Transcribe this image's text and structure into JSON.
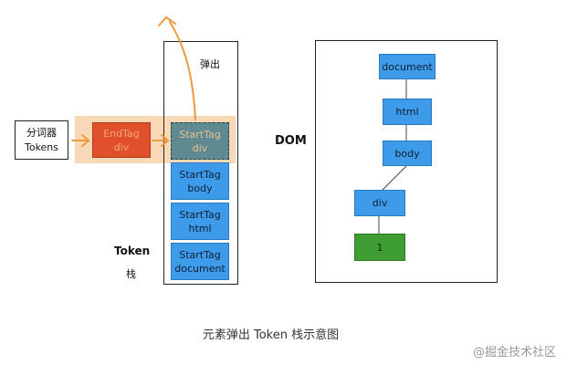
{
  "tokenizer": {
    "line1": "分词器",
    "line2": "Tokens"
  },
  "end_tag": {
    "line1": "EndTag",
    "line2": "div"
  },
  "stack": {
    "pop_label": "弹出",
    "items": [
      {
        "line1": "StartTag",
        "line2": "div"
      },
      {
        "line1": "StartTag",
        "line2": "body"
      },
      {
        "line1": "StartTag",
        "line2": "html"
      },
      {
        "line1": "StartTag",
        "line2": "document"
      }
    ],
    "label_top": "Token",
    "label_bottom": "栈"
  },
  "dom": {
    "label": "DOM",
    "nodes": [
      "document",
      "html",
      "body",
      "div",
      "1"
    ]
  },
  "caption": "元素弹出 Token 栈示意图",
  "watermark": "@掘金技术社区",
  "colors": {
    "stack_cell": "#3d9be9",
    "popped_cell": "#5f8a92",
    "end_tag": "#e0502b",
    "text_node": "#3f9e33",
    "highlight": "#f9d9b5",
    "arrow": "#ee9a3d"
  }
}
